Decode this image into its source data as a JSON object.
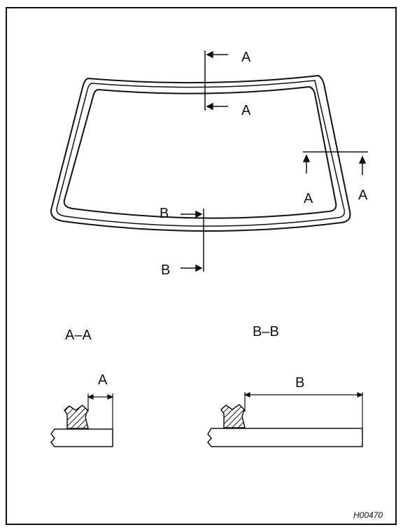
{
  "figure": {
    "labels": {
      "a_top": "A",
      "a_top_lower": "A",
      "a_side_left": "A",
      "a_side_right": "A",
      "b_upper": "B",
      "b_lower": "B"
    },
    "sections": {
      "aa_title": "A–A",
      "aa_dimension": "A",
      "bb_title": "B–B",
      "bb_dimension": "B"
    },
    "code": "H00470"
  }
}
